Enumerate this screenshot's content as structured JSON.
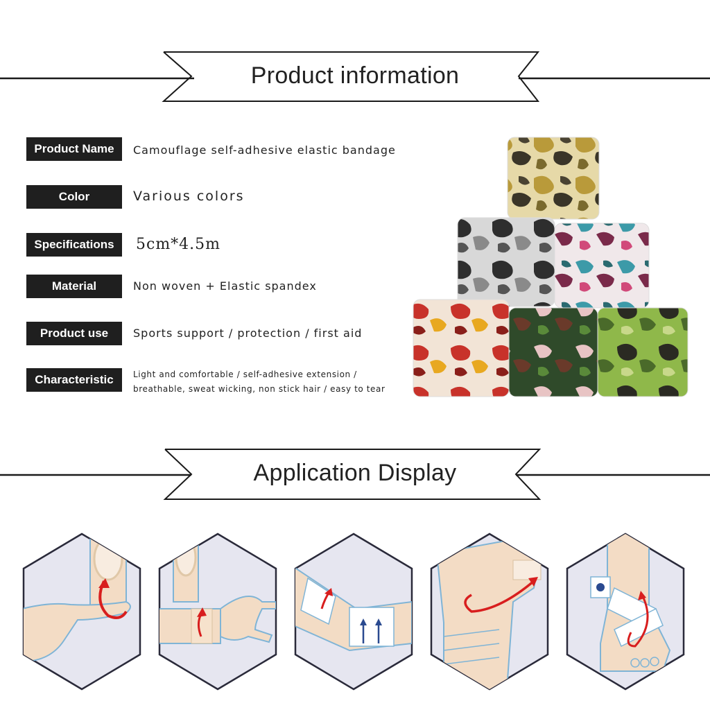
{
  "sections": {
    "product_info_title": "Product information",
    "application_title": "Application Display"
  },
  "specs": {
    "product_name": {
      "label": "Product Name",
      "value": "Camouflage self-adhesive elastic bandage"
    },
    "color": {
      "label": "Color",
      "value": "Various colors"
    },
    "specifications": {
      "label": "Specifications",
      "value": "5cm*4.5m"
    },
    "material": {
      "label": "Material",
      "value": "Non woven + Elastic spandex"
    },
    "product_use": {
      "label": "Product use",
      "value": "Sports support / protection / first aid"
    },
    "characteristic": {
      "label": "Characteristic",
      "line1": "Light and comfortable / self-adhesive extension /",
      "line2": "breathable, sweat wicking, non stick hair / easy to tear"
    }
  },
  "colors": {
    "label_bg": "#1f1f1f",
    "header_line": "#1a1a1a",
    "tile_bg": "#e6e6f0",
    "tile_border": "#2a2a3a",
    "arrow": "#d81e1e",
    "skin": "#f3dcc5",
    "outline": "#7fb4d6"
  },
  "icons": {
    "application_tiles": [
      "finger-wrap-icon",
      "wrist-wrap-icon",
      "elbow-wrap-icon",
      "knee-wrap-icon",
      "ankle-wrap-icon"
    ]
  }
}
